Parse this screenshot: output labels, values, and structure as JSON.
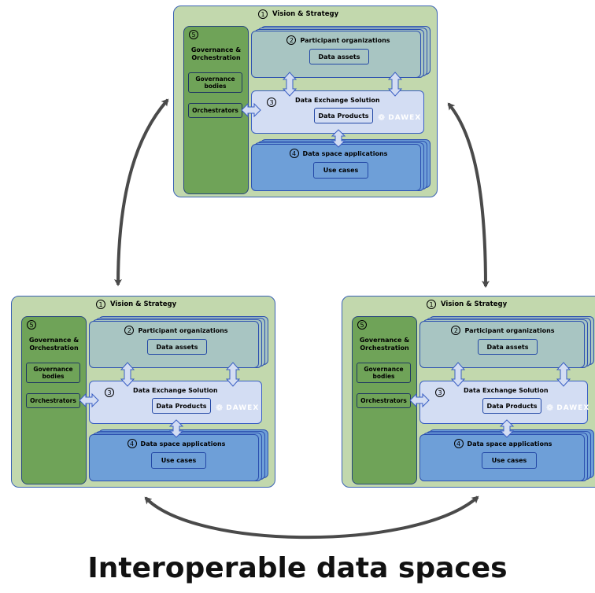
{
  "diagram": {
    "vision_number": "1",
    "vision_label": "Vision & Strategy",
    "governance_number": "5",
    "governance_title": "Governance & Orchestration",
    "governance_bodies": "Governance bodies",
    "orchestrators": "Orchestrators",
    "participants_number": "2",
    "participants_label": "Participant organizations",
    "data_assets": "Data assets",
    "exchange_number": "3",
    "exchange_label": "Data Exchange Solution",
    "data_products": "Data Products",
    "dawex_logo": "DAWEX",
    "apps_number": "4",
    "apps_label": "Data space applications",
    "use_cases": "Use cases"
  },
  "title": "Interoperable data spaces",
  "colors": {
    "outer_fill": "#c2d8ad",
    "outer_border": "#3a62b3",
    "governance_fill": "#6fa358",
    "participants_fill": "#a8c5c2",
    "exchange_fill": "#d3ddf3",
    "apps_fill": "#6e9fd8",
    "connector": "#4a4a4a"
  }
}
